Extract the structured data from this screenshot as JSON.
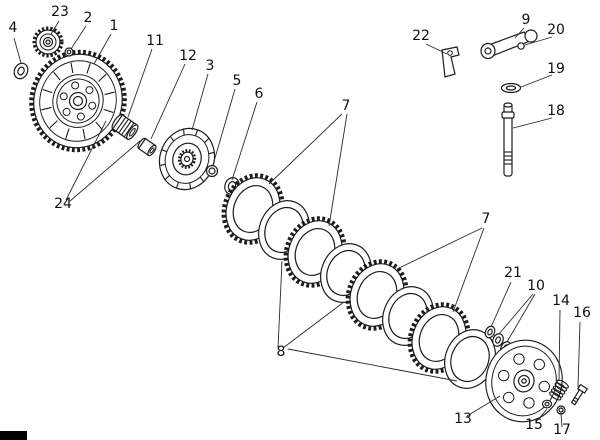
{
  "page": {
    "background_color": "#ffffff",
    "stroke_color": "#1c1c1c"
  },
  "diagram": {
    "kind": "exploded-parts-diagram",
    "labels": [
      {
        "text": "4"
      },
      {
        "text": "23"
      },
      {
        "text": "2"
      },
      {
        "text": "1"
      },
      {
        "text": "11"
      },
      {
        "text": "12"
      },
      {
        "text": "3"
      },
      {
        "text": "5"
      },
      {
        "text": "6"
      },
      {
        "text": "7"
      },
      {
        "text": "22"
      },
      {
        "text": "9"
      },
      {
        "text": "20"
      },
      {
        "text": "19"
      },
      {
        "text": "18"
      },
      {
        "text": "7"
      },
      {
        "text": "21"
      },
      {
        "text": "10"
      },
      {
        "text": "14"
      },
      {
        "text": "16"
      },
      {
        "text": "24"
      },
      {
        "text": "8"
      },
      {
        "text": "13"
      },
      {
        "text": "15"
      },
      {
        "text": "17"
      }
    ]
  }
}
